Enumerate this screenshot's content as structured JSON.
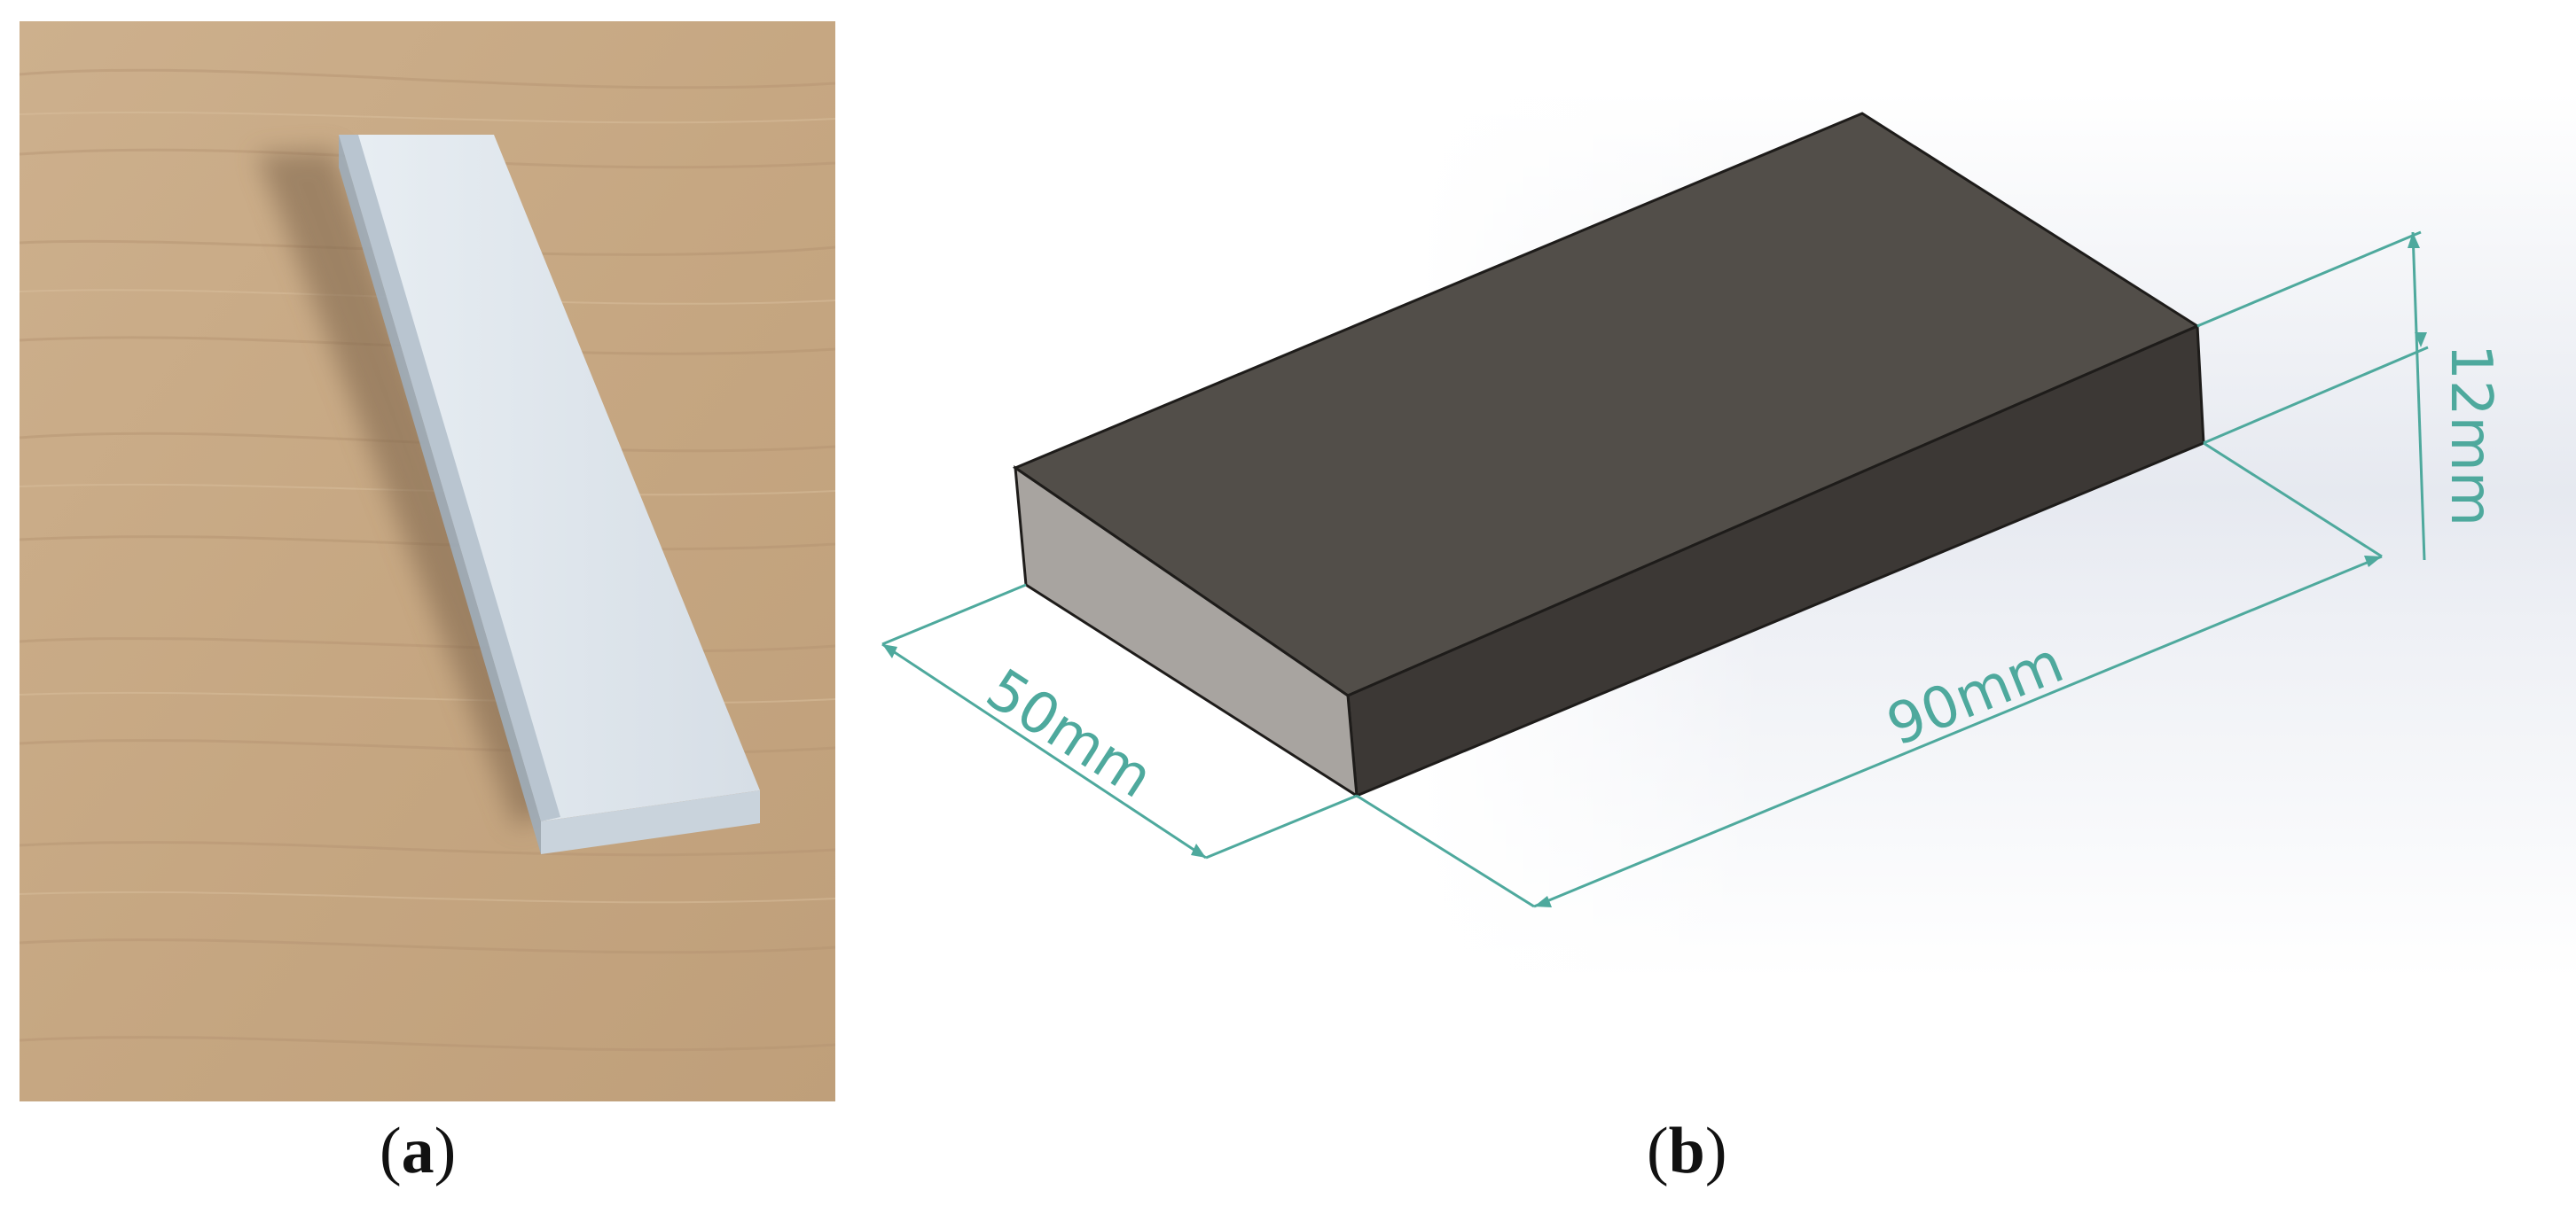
{
  "figure": {
    "panels": [
      {
        "id": "a",
        "caption_open": "(",
        "caption_letter": "a",
        "caption_close": ")"
      },
      {
        "id": "b",
        "caption_open": "(",
        "caption_letter": "b",
        "caption_close": ")",
        "dimensions": {
          "width_label": "50mm",
          "length_label": "90mm",
          "height_label": "12mm"
        }
      }
    ]
  },
  "colors": {
    "dimension_lines": "#4ea99d",
    "block_top": "#524e49",
    "block_front": "#3c3835",
    "block_side": "#a8a4a0",
    "wood": "#c8aa86",
    "specimen": "#dde4ea"
  }
}
